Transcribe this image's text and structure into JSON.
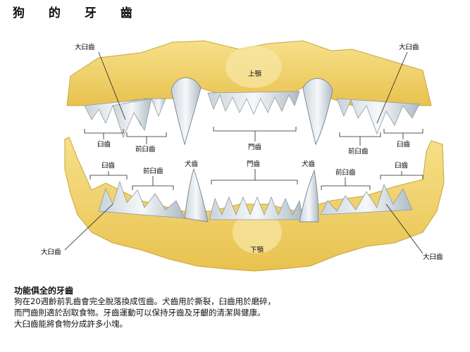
{
  "title": "狗 的 牙 齒",
  "labels": {
    "upper_jaw": "上顎",
    "lower_jaw": "下顎",
    "carnassial_tl": "大臼齒",
    "carnassial_tr": "大臼齒",
    "carnassial_bl": "大臼齒",
    "carnassial_br": "大臼齒",
    "upper_molar_left": "臼齒",
    "upper_premolar_left": "前臼齒",
    "upper_incisor": "門齒",
    "upper_premolar_right": "前臼齒",
    "upper_molar_right": "臼齒",
    "lower_molar_left": "臼齒",
    "lower_premolar_left": "前臼齒",
    "canine_left": "犬齒",
    "lower_incisor": "門齒",
    "canine_right": "犬齒",
    "lower_premolar_right": "前臼齒",
    "lower_molar_right": "臼齒"
  },
  "caption": {
    "heading": "功能俱全的牙齒",
    "lines": [
      "狗在20週齡前乳齒會完全脫落換成恆齒。犬齒用於撕裂，臼齒用於磨碎，",
      "而門齒則適於刮取食物。牙齒運動可以保持牙齒及牙齦的清潔與健康。",
      "大臼齒能將食物分成許多小塊。"
    ]
  },
  "colors": {
    "bone": "#f2d46a",
    "bone_dark": "#d9b240",
    "tooth": "#e9eef2",
    "tooth_shadow": "#b9c4cc",
    "line": "#222222"
  }
}
